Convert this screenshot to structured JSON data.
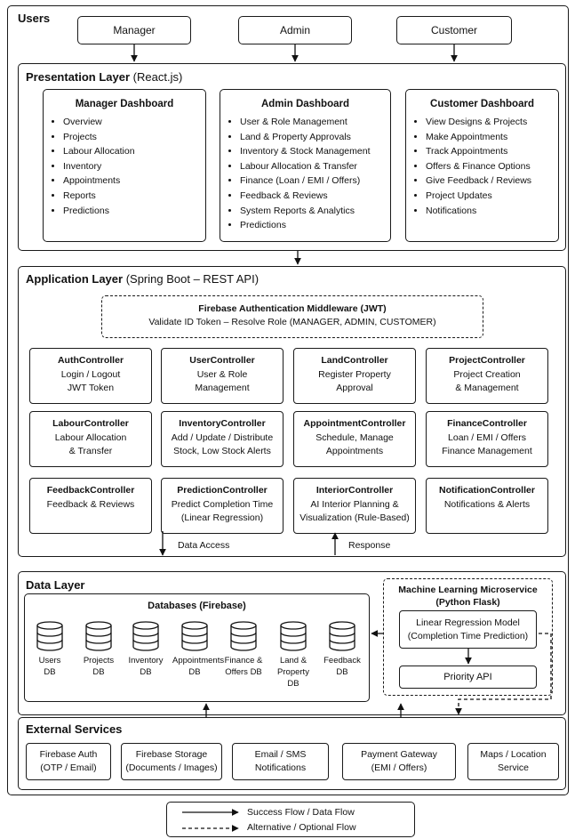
{
  "users": {
    "title": "Users",
    "items": [
      "Manager",
      "Admin",
      "Customer"
    ]
  },
  "presentation": {
    "title": "Presentation Layer",
    "tech": "(React.js)",
    "dashboards": [
      {
        "title": "Manager Dashboard",
        "items": [
          "Overview",
          "Projects",
          "Labour Allocation",
          "Inventory",
          "Appointments",
          "Reports",
          "Predictions"
        ]
      },
      {
        "title": "Admin Dashboard",
        "items": [
          "User & Role Management",
          "Land & Property Approvals",
          "Inventory & Stock Management",
          "Labour Allocation & Transfer",
          "Finance (Loan / EMI / Offers)",
          "Feedback & Reviews",
          "System Reports & Analytics",
          "Predictions"
        ]
      },
      {
        "title": "Customer Dashboard",
        "items": [
          "View Designs & Projects",
          "Make Appointments",
          "Track Appointments",
          "Offers & Finance Options",
          "Give Feedback / Reviews",
          "Project Updates",
          "Notifications"
        ]
      }
    ]
  },
  "application": {
    "title": "Application Layer",
    "tech": "(Spring Boot – REST API)",
    "middleware_title": "Firebase Authentication Middleware (JWT)",
    "middleware_desc": "Validate ID Token – Resolve Role (MANAGER, ADMIN, CUSTOMER)",
    "controllers": [
      {
        "name": "AuthController",
        "desc": "Login / Logout\nJWT Token"
      },
      {
        "name": "UserController",
        "desc": "User & Role\nManagement"
      },
      {
        "name": "LandController",
        "desc": "Register Property\nApproval"
      },
      {
        "name": "ProjectController",
        "desc": "Project Creation\n& Management"
      },
      {
        "name": "LabourController",
        "desc": "Labour Allocation\n& Transfer"
      },
      {
        "name": "InventoryController",
        "desc": "Add / Update / Distribute\nStock, Low Stock Alerts"
      },
      {
        "name": "AppointmentController",
        "desc": "Schedule, Manage\nAppointments"
      },
      {
        "name": "FinanceController",
        "desc": "Loan / EMI / Offers\nFinance Management"
      },
      {
        "name": "FeedbackController",
        "desc": "Feedback & Reviews"
      },
      {
        "name": "PredictionController",
        "desc": "Predict Completion Time\n(Linear Regression)"
      },
      {
        "name": "InteriorController",
        "desc": "AI Interior Planning &\nVisualization (Rule-Based)"
      },
      {
        "name": "NotificationController",
        "desc": "Notifications & Alerts"
      }
    ],
    "data_access_label": "Data Access",
    "response_label": "Response"
  },
  "data_layer": {
    "title": "Data Layer",
    "databases_title": "Databases (Firebase)",
    "databases": [
      "Users\nDB",
      "Projects\nDB",
      "Inventory\nDB",
      "Appointments\nDB",
      "Finance &\nOffers DB",
      "Land &\nProperty DB",
      "Feedback\nDB"
    ],
    "ml_title": "Machine Learning Microservice\n(Python Flask)",
    "ml_model": "Linear Regression Model\n(Completion Time Prediction)",
    "ml_api": "Priority API"
  },
  "external": {
    "title": "External Services",
    "services": [
      "Firebase Auth\n(OTP / Email)",
      "Firebase Storage\n(Documents / Images)",
      "Email / SMS\nNotifications",
      "Payment Gateway\n(EMI / Offers)",
      "Maps / Location\nService"
    ]
  },
  "legend": {
    "solid": "Success Flow / Data Flow",
    "dashed": "Alternative / Optional Flow"
  }
}
